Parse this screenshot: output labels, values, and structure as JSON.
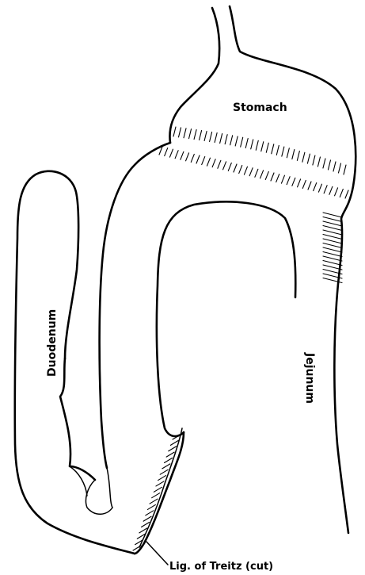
{
  "labels": {
    "stomach": "Stomach",
    "duodenum": "Duodenum",
    "jejunum": "Jejunum",
    "ligament": "Lig. of Treitz (cut)"
  }
}
